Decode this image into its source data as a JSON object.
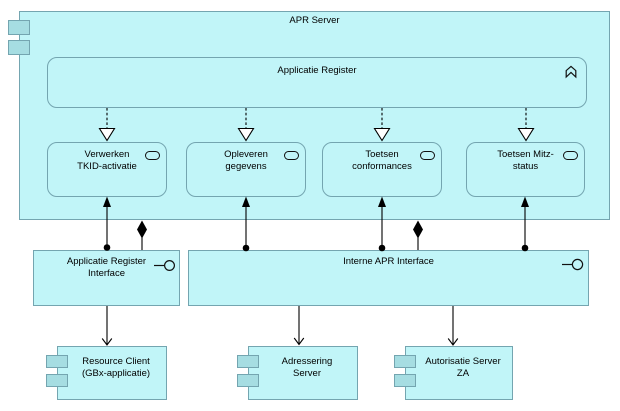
{
  "colors": {
    "box_fill": "#C1F5F8",
    "box_border": "#74A5B0",
    "icon_fill": "#A6DDE2",
    "line": "#000000",
    "background": "#FFFFFF"
  },
  "apr_server": {
    "label": "APR Server",
    "icon": "component"
  },
  "applicatie_register": {
    "label": "Applicatie Register",
    "icon": "application-function"
  },
  "services": [
    {
      "line1": "Verwerken",
      "line2": "TKID-activatie",
      "icon": "application-service"
    },
    {
      "line1": "Opleveren",
      "line2": "gegevens",
      "icon": "application-service"
    },
    {
      "line1": "Toetsen",
      "line2": "conformances",
      "icon": "application-service"
    },
    {
      "line1": "Toetsen Mitz-",
      "line2": "status",
      "icon": "application-service"
    }
  ],
  "interfaces": [
    {
      "line1": "Applicatie Register",
      "line2": "Interface",
      "icon": "interface-lollipop"
    },
    {
      "line1": "Interne APR Interface",
      "icon": "interface-lollipop"
    }
  ],
  "components": [
    {
      "line1": "Resource Client",
      "line2": "(GBx-applicatie)",
      "icon": "component"
    },
    {
      "line1": "Adressering",
      "line2": "Server",
      "icon": "component"
    },
    {
      "line1": "Autorisatie Server",
      "line2": "ZA",
      "icon": "component"
    }
  ],
  "relations": [
    {
      "type": "realization-dashed-hollow-triangle",
      "from": "Applicatie Register",
      "to": "Verwerken TKID-activatie"
    },
    {
      "type": "realization-dashed-hollow-triangle",
      "from": "Applicatie Register",
      "to": "Opleveren gegevens"
    },
    {
      "type": "realization-dashed-hollow-triangle",
      "from": "Applicatie Register",
      "to": "Toetsen conformances"
    },
    {
      "type": "realization-dashed-hollow-triangle",
      "from": "Applicatie Register",
      "to": "Toetsen Mitz-status"
    },
    {
      "type": "assignment-ball-filled-arrow",
      "from": "Applicatie Register Interface",
      "to": "Verwerken TKID-activatie"
    },
    {
      "type": "assignment-ball-filled-arrow",
      "from": "Interne APR Interface",
      "to": "Opleveren gegevens"
    },
    {
      "type": "assignment-ball-filled-arrow",
      "from": "Interne APR Interface",
      "to": "Toetsen conformances"
    },
    {
      "type": "assignment-ball-filled-arrow",
      "from": "Interne APR Interface",
      "to": "Toetsen Mitz-status"
    },
    {
      "type": "composition-filled-diamond",
      "from": "APR Server",
      "to": "Applicatie Register Interface"
    },
    {
      "type": "composition-filled-diamond",
      "from": "APR Server",
      "to": "Interne APR Interface"
    },
    {
      "type": "open-arrow",
      "from": "Applicatie Register Interface",
      "to": "Resource Client (GBx-applicatie)"
    },
    {
      "type": "open-arrow",
      "from": "Interne APR Interface",
      "to": "Adressering Server"
    },
    {
      "type": "open-arrow",
      "from": "Interne APR Interface",
      "to": "Autorisatie Server ZA"
    }
  ]
}
